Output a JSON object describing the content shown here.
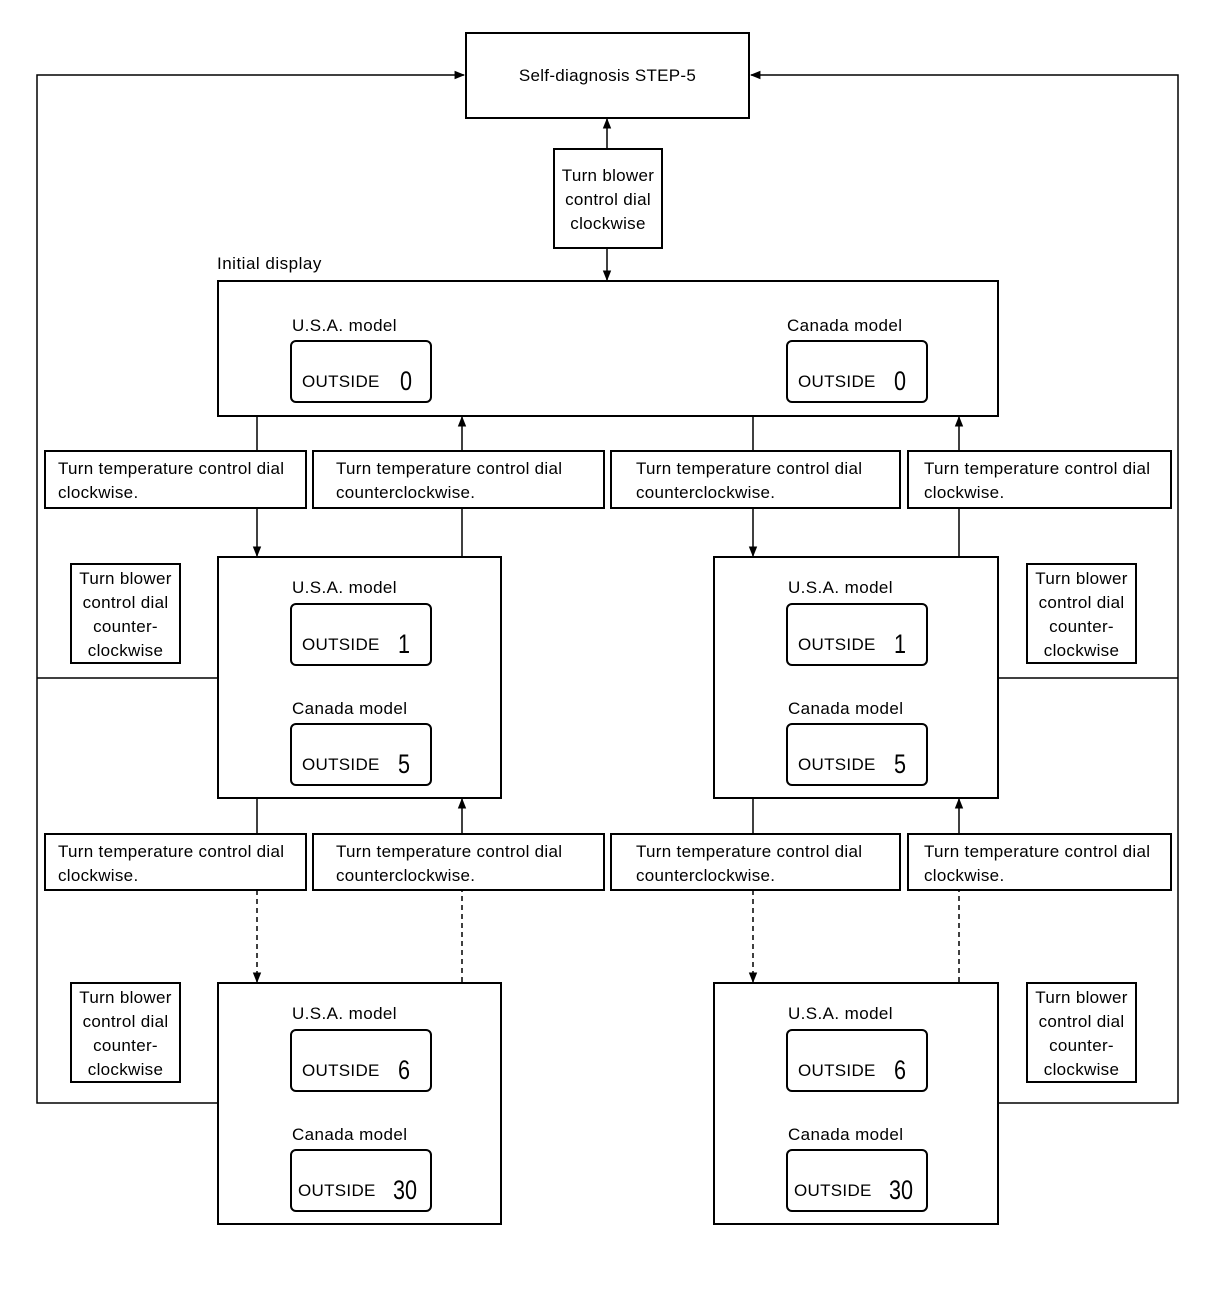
{
  "step_box": {
    "label": "Self-diagnosis STEP-5"
  },
  "blower_cw": {
    "text": "Turn blower\ncontrol dial\nclockwise"
  },
  "initial_label": "Initial display",
  "initial": {
    "usa_label": "U.S.A. model",
    "usa_word": "OUTSIDE",
    "usa_value": "0",
    "canada_label": "Canada model",
    "canada_word": "OUTSIDE",
    "canada_value": "0"
  },
  "temp_row1": [
    {
      "text": "Turn temperature control dial\nclockwise."
    },
    {
      "text": "Turn temperature control dial\ncounterclockwise."
    },
    {
      "text": "Turn temperature control dial\ncounterclockwise."
    },
    {
      "text": "Turn temperature control dial\nclockwise."
    }
  ],
  "mid_left": {
    "usa_label": "U.S.A. model",
    "usa_word": "OUTSIDE",
    "usa_value": "1",
    "canada_label": "Canada model",
    "canada_word": "OUTSIDE",
    "canada_value": "5"
  },
  "mid_right": {
    "usa_label": "U.S.A. model",
    "usa_word": "OUTSIDE",
    "usa_value": "1",
    "canada_label": "Canada model",
    "canada_word": "OUTSIDE",
    "canada_value": "5"
  },
  "blower_ccw": {
    "text": "Turn blower\ncontrol dial\ncounter-\nclockwise"
  },
  "temp_row2": [
    {
      "text": "Turn temperature control dial\nclockwise."
    },
    {
      "text": "Turn temperature control dial\ncounterclockwise."
    },
    {
      "text": "Turn temperature control dial\ncounterclockwise."
    },
    {
      "text": "Turn temperature control dial\nclockwise."
    }
  ],
  "bot_left": {
    "usa_label": "U.S.A. model",
    "usa_word": "OUTSIDE",
    "usa_value": "6",
    "canada_label": "Canada model",
    "canada_word": "OUTSIDE",
    "canada_value": "30"
  },
  "bot_right": {
    "usa_label": "U.S.A. model",
    "usa_word": "OUTSIDE",
    "usa_value": "6",
    "canada_label": "Canada model",
    "canada_word": "OUTSIDE",
    "canada_value": "30"
  }
}
